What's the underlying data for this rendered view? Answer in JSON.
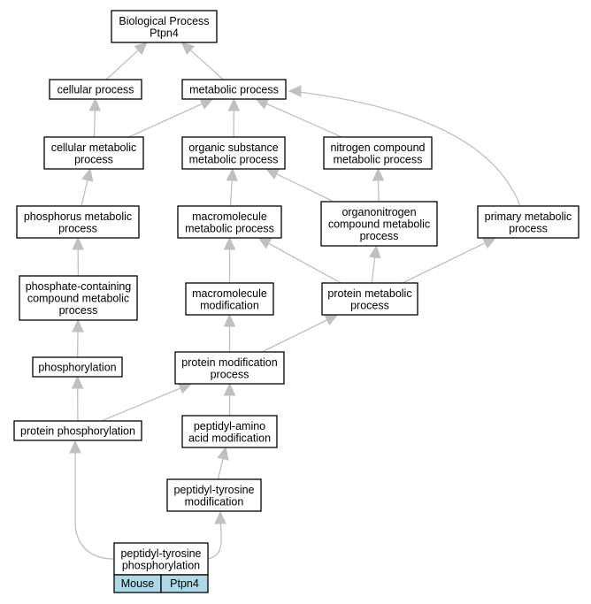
{
  "nodes": {
    "bp": [
      "Biological Process",
      "Ptpn4"
    ],
    "cellular_process": [
      "cellular process"
    ],
    "metabolic_process": [
      "metabolic process"
    ],
    "cellular_metabolic_process": [
      "cellular metabolic",
      "process"
    ],
    "organic_substance_metabolic_process": [
      "organic substance",
      "metabolic process"
    ],
    "nitrogen_compound_metabolic_process": [
      "nitrogen compound",
      "metabolic process"
    ],
    "phosphorus_metabolic_process": [
      "phosphorus metabolic",
      "process"
    ],
    "macromolecule_metabolic_process": [
      "macromolecule",
      "metabolic process"
    ],
    "organonitrogen_compound_metabolic_process": [
      "organonitrogen",
      "compound metabolic",
      "process"
    ],
    "primary_metabolic_process": [
      "primary metabolic",
      "process"
    ],
    "phosphate_containing_compound_metabolic_process": [
      "phosphate-containing",
      "compound metabolic",
      "process"
    ],
    "macromolecule_modification": [
      "macromolecule",
      "modification"
    ],
    "protein_metabolic_process": [
      "protein metabolic",
      "process"
    ],
    "phosphorylation": [
      "phosphorylation"
    ],
    "protein_modification_process": [
      "protein modification",
      "process"
    ],
    "protein_phosphorylation": [
      "protein phosphorylation"
    ],
    "peptidyl_amino_acid_modification": [
      "peptidyl-amino",
      "acid modification"
    ],
    "peptidyl_tyrosine_modification": [
      "peptidyl-tyrosine",
      "modification"
    ],
    "peptidyl_tyrosine_phosphorylation": [
      "peptidyl-tyrosine",
      "phosphorylation"
    ]
  },
  "legend": {
    "species": "Mouse",
    "gene": "Ptpn4",
    "fill_color": "#add8e6"
  },
  "colors": {
    "edge": "#c0c0c0",
    "border": "#000000"
  }
}
